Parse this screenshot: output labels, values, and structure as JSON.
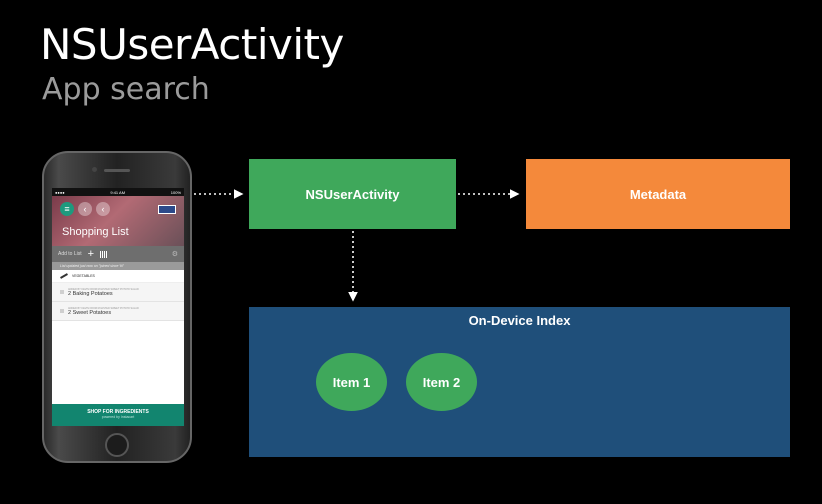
{
  "slide": {
    "title": "NSUserActivity",
    "subtitle": "App search"
  },
  "diagram": {
    "activity_label": "NSUserActivity",
    "metadata_label": "Metadata",
    "index_label": "On-Device Index",
    "items": [
      "Item 1",
      "Item 2"
    ],
    "colors": {
      "activity": "#3fa85b",
      "metadata": "#f4893b",
      "index": "#1f4f7a",
      "item": "#3fa85b"
    }
  },
  "phone": {
    "status_time": "9:41 AM",
    "status_battery": "100%",
    "app_title": "Shopping List",
    "add_to_list": "Add to List",
    "updated_line": "List updated just now on \"joined since 'til\"",
    "section": "VEGETABLES",
    "items": [
      {
        "note": "ADDED BY KEVIN FROM ROASTED SWEET POTATO SALAD",
        "name": "2 Baking Potatoes"
      },
      {
        "note": "ADDED BY KEVIN FROM ROASTED SWEET POTATO SALAD",
        "name": "2 Sweet Potatoes"
      }
    ],
    "shop_button": "SHOP FOR INGREDIENTS",
    "shop_sub": "powered by Instacart",
    "icons": {
      "menu": "menu-icon",
      "back": "back-arrow-icon",
      "share": "share-icon",
      "plus": "plus-icon",
      "barcode": "barcode-icon",
      "settings": "gear-icon"
    }
  }
}
